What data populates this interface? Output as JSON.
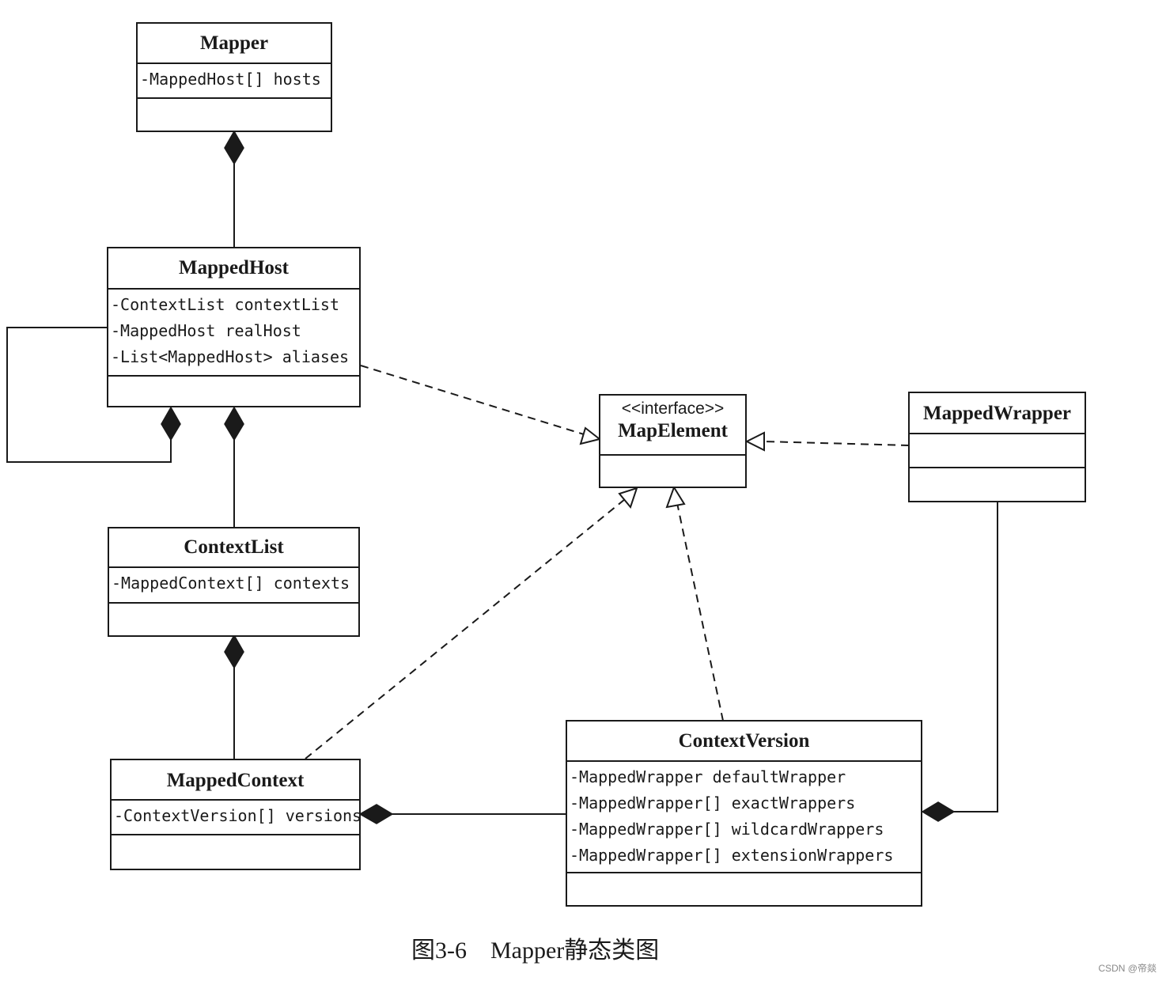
{
  "classes": {
    "mapper": {
      "name": "Mapper",
      "attrs": [
        "-MappedHost[] hosts"
      ]
    },
    "mapped_host": {
      "name": "MappedHost",
      "attrs": [
        "-ContextList contextList",
        "-MappedHost realHost",
        "-List<MappedHost> aliases"
      ]
    },
    "context_list": {
      "name": "ContextList",
      "attrs": [
        "-MappedContext[] contexts"
      ]
    },
    "mapped_context": {
      "name": "MappedContext",
      "attrs": [
        "-ContextVersion[] versions"
      ]
    },
    "map_element": {
      "stereotype": "<<interface>>",
      "name": "MapElement"
    },
    "mapped_wrapper": {
      "name": "MappedWrapper"
    },
    "context_version": {
      "name": "ContextVersion",
      "attrs": [
        "-MappedWrapper defaultWrapper",
        "-MappedWrapper[] exactWrappers",
        "-MappedWrapper[] wildcardWrappers",
        "-MappedWrapper[] extensionWrappers"
      ]
    }
  },
  "relations": [
    {
      "type": "composition",
      "whole": "Mapper",
      "part": "MappedHost"
    },
    {
      "type": "composition",
      "whole": "MappedHost",
      "part": "MappedHost"
    },
    {
      "type": "composition",
      "whole": "MappedHost",
      "part": "ContextList"
    },
    {
      "type": "composition",
      "whole": "ContextList",
      "part": "MappedContext"
    },
    {
      "type": "composition",
      "whole": "MappedContext",
      "part": "ContextVersion"
    },
    {
      "type": "composition",
      "whole": "ContextVersion",
      "part": "MappedWrapper"
    },
    {
      "type": "realization",
      "from": "MappedHost",
      "to": "MapElement"
    },
    {
      "type": "realization",
      "from": "MappedWrapper",
      "to": "MapElement"
    },
    {
      "type": "realization",
      "from": "MappedContext",
      "to": "MapElement"
    },
    {
      "type": "realization",
      "from": "ContextVersion",
      "to": "MapElement"
    }
  ],
  "caption": "图3-6    Mapper静态类图",
  "watermark": "CSDN @帝燚"
}
